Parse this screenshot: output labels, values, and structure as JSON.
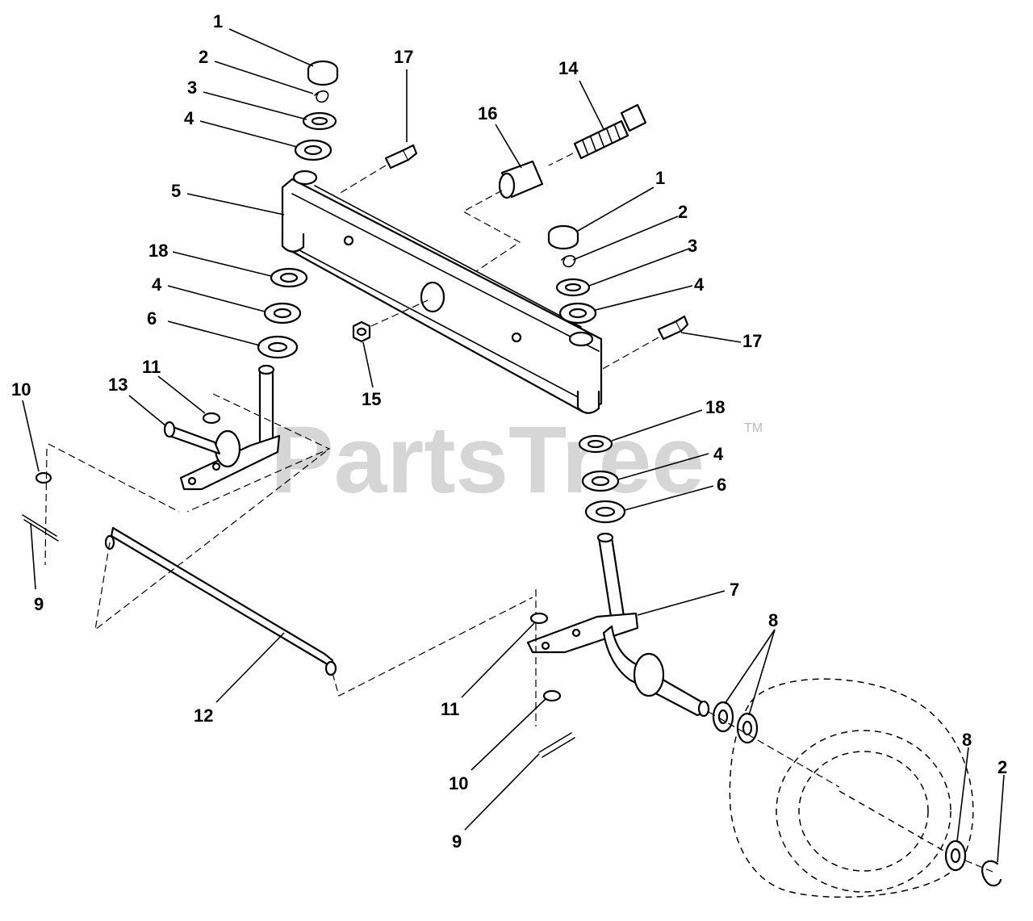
{
  "watermark": {
    "text": "PartsTree",
    "mark": "TM"
  },
  "callouts": [
    "1",
    "2",
    "3",
    "4",
    "5",
    "1",
    "2",
    "3",
    "4",
    "6",
    "18",
    "4",
    "17",
    "14",
    "16",
    "17",
    "18",
    "4",
    "6",
    "10",
    "11",
    "13",
    "15",
    "9",
    "12",
    "7",
    "8",
    "11",
    "10",
    "9",
    "8",
    "2"
  ]
}
